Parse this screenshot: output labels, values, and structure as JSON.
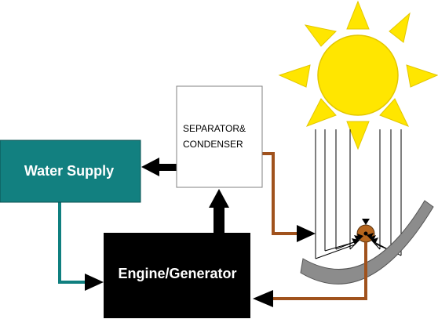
{
  "diagram": {
    "nodes": {
      "water_supply": {
        "label": "Water Supply"
      },
      "separator_condenser": {
        "line1": "SEPARATOR&",
        "line2": "CONDENSER"
      },
      "engine_generator": {
        "label": "Engine/Generator"
      }
    },
    "edges": [
      {
        "from": "separator_condenser",
        "to": "water_supply",
        "color": "#000000"
      },
      {
        "from": "engine_generator",
        "to": "separator_condenser",
        "color": "#000000"
      },
      {
        "from": "water_supply",
        "to": "engine_generator",
        "color": "#0f7f7f"
      },
      {
        "from": "separator_condenser",
        "to": "receiver",
        "color": "#a0521d"
      },
      {
        "from": "receiver",
        "to": "engine_generator",
        "color": "#a0521d"
      }
    ],
    "icons": [
      "sun-icon",
      "parabolic-trough-icon",
      "receiver-tube-icon"
    ]
  },
  "colors": {
    "water_supply_fill": "#128080",
    "water_pipe": "#0f7f7f",
    "steam_pipe": "#a0521d",
    "engine_fill": "#000000",
    "sun_fill": "#ffe600",
    "sun_stroke": "#e3c700",
    "trough_fill": "#8c8c8c",
    "receiver_fill": "#b5651d",
    "arrow_fill": "#000000"
  }
}
